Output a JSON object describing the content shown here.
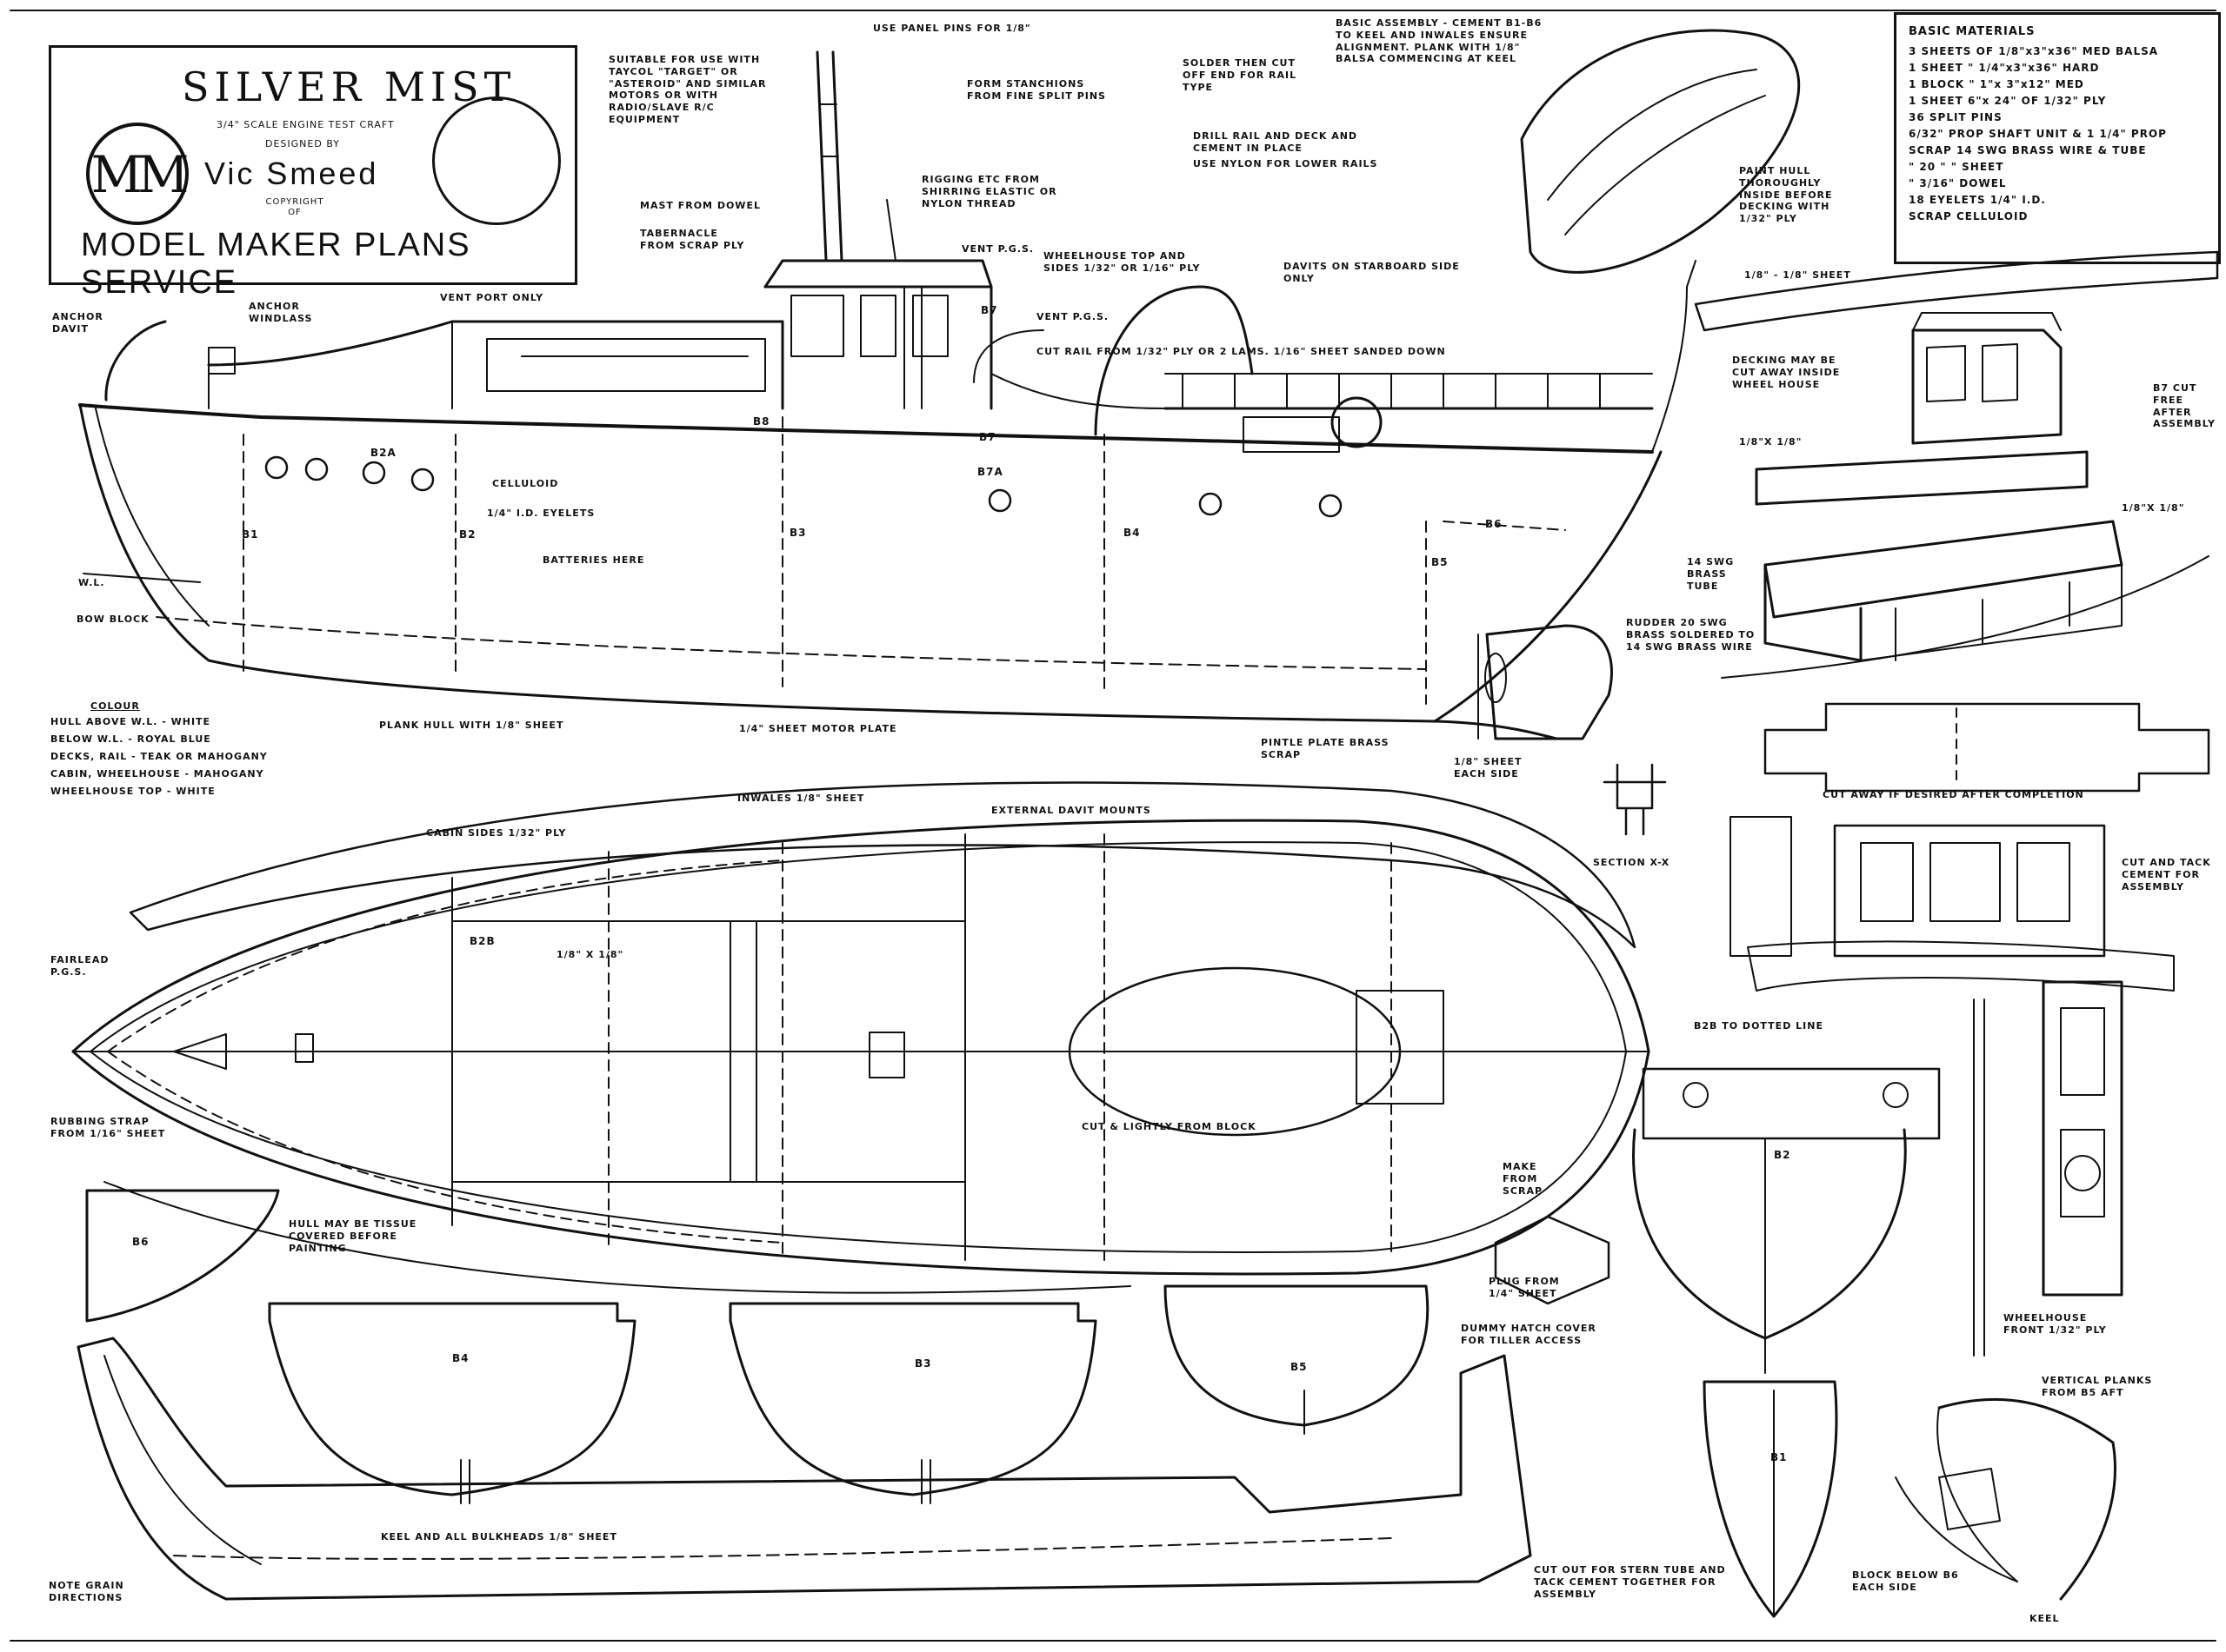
{
  "title_block": {
    "title": "SILVER MIST",
    "subtitle": "3/4\" SCALE ENGINE TEST CRAFT",
    "designed_by": "DESIGNED BY",
    "designer": "Vic Smeed",
    "copyright": "COPYRIGHT OF",
    "publisher": "MODEL MAKER PLANS SERVICE",
    "logo_text": "MM"
  },
  "materials": {
    "title": "BASIC MATERIALS",
    "items": [
      "3 SHEETS OF 1/8\"x3\"x36\" MED BALSA",
      "1 SHEET \" 1/4\"x3\"x36\" HARD",
      "1 BLOCK \" 1\"x 3\"x12\" MED",
      "1 SHEET 6\"x 24\" OF 1/32\" PLY",
      "36 SPLIT PINS",
      "6/32\" PROP SHAFT UNIT & 1 1/4\" PROP",
      "SCRAP 14 SWG BRASS WIRE & TUBE",
      "\" 20 \" \" SHEET",
      "\" 3/16\" DOWEL",
      "18 EYELETS 1/4\" I.D.",
      "SCRAP CELLULOID"
    ]
  },
  "colour": {
    "heading": "COLOUR",
    "lines": [
      "HULL ABOVE W.L. - WHITE",
      "BELOW W.L. - ROYAL BLUE",
      "DECKS, RAIL - TEAK OR MAHOGANY",
      "CABIN, WHEELHOUSE - MAHOGANY",
      "WHEELHOUSE TOP - WHITE"
    ]
  },
  "top_notes": {
    "suitable": "SUITABLE FOR USE WITH TAYCOL \"TARGET\" OR \"ASTEROID\" AND SIMILAR MOTORS OR WITH RADIO/SLAVE R/C EQUIPMENT",
    "panel_pins": "USE PANEL PINS FOR 1/8\"",
    "stanchions": "FORM STANCHIONS FROM FINE SPLIT PINS",
    "solder_then": "SOLDER THEN CUT OFF END FOR RAIL TYPE",
    "basic_assembly": "BASIC ASSEMBLY - CEMENT B1-B6 TO KEEL AND INWALES ENSURE ALIGNMENT. PLANK WITH 1/8\" BALSA COMMENCING AT KEEL",
    "drill_rail": "DRILL RAIL AND DECK AND CEMENT IN PLACE",
    "use_nylon": "USE NYLON FOR LOWER RAILS",
    "mast_dowel": "MAST FROM DOWEL",
    "tabernacle": "TABERNACLE FROM SCRAP PLY",
    "rigging": "RIGGING ETC FROM SHIRRING ELASTIC OR NYLON THREAD",
    "paint_hull": "PAINT HULL THOROUGHLY INSIDE BEFORE DECKING WITH 1/32\" PLY",
    "vent_pgs_1": "VENT P.G.S.",
    "wheelhouse_top": "WHEELHOUSE TOP AND SIDES 1/32\" OR 1/16\" PLY",
    "vent_pgs_2": "VENT P.G.S.",
    "davits": "DAVITS ON STARBOARD SIDE ONLY",
    "cut_rail": "CUT RAIL FROM 1/32\" PLY OR 2 LAMS. 1/16\" SHEET SANDED DOWN",
    "vent_port": "VENT PORT ONLY",
    "anchor_windlass": "ANCHOR WINDLASS",
    "anchor_davit": "ANCHOR DAVIT",
    "b7_label": "B7"
  },
  "side_view": {
    "celluloid": "CELLULOID",
    "eyelets": "1/4\" I.D. EYELETS",
    "batteries": "BATTERIES HERE",
    "wl": "W.L.",
    "bow_block": "BOW BLOCK",
    "plank_hull": "PLANK HULL WITH 1/8\" SHEET",
    "motor_plate": "1/4\" SHEET MOTOR PLATE",
    "pintle_plate": "PINTLE PLATE BRASS SCRAP",
    "rudder": "RUDDER 20 SWG BRASS SOLDERED TO 14 SWG BRASS WIRE",
    "eighth_sheet_each_side": "1/8\" SHEET EACH SIDE",
    "tags": [
      "B1",
      "B2",
      "B2A",
      "B3",
      "B4",
      "B5",
      "B6",
      "B7",
      "B7A",
      "B8"
    ]
  },
  "plan_view": {
    "cabin_sides": "CABIN SIDES 1/32\" PLY",
    "inwales": "INWALES 1/8\" SHEET",
    "external_davit": "EXTERNAL DAVIT MOUNTS",
    "fairlead": "FAIRLEAD P.G.S.",
    "rubbing_strap": "RUBBING STRAP FROM 1/16\" SHEET",
    "hull_tissue": "HULL MAY BE TISSUE COVERED BEFORE PAINTING",
    "cut_lightly": "CUT & LIGHTLY FROM BLOCK",
    "hatch_dim": "1/8\" x 1/8\"",
    "b2b": "B2B"
  },
  "right_side": {
    "eighth_sheet": "1/8\" - 1/8\" SHEET",
    "decking": "DECKING MAY BE CUT AWAY INSIDE WHEEL HOUSE",
    "b7_cut_free": "B7 CUT FREE AFTER ASSEMBLY",
    "dim_1": "1/8\"x 1/8\"",
    "dim_2": "1/8\"x 1/8\"",
    "brass_tube": "14 SWG BRASS TUBE",
    "cut_away": "CUT AWAY IF DESIRED AFTER COMPLETION",
    "section": "SECTION X-X",
    "cut_tack": "CUT AND TACK CEMENT FOR ASSEMBLY",
    "b2b_dotted": "B2B TO DOTTED LINE",
    "make_scrap": "MAKE FROM SCRAP",
    "plug": "PLUG FROM 1/4\" SHEET",
    "dummy_hatch": "DUMMY HATCH COVER FOR TILLER ACCESS",
    "wheelhouse_front": "WHEELHOUSE FRONT 1/32\" PLY",
    "vertical_planks": "VERTICAL PLANKS FROM B5 AFT",
    "block_below": "BLOCK BELOW B6 EACH SIDE",
    "keel_lbl": "KEEL"
  },
  "bottom": {
    "keel_bulkheads": "KEEL AND ALL BULKHEADS 1/8\" SHEET",
    "note_grain": "NOTE GRAIN DIRECTIONS",
    "cut_out_stern": "CUT OUT FOR STERN TUBE AND TACK CEMENT TOGETHER FOR ASSEMBLY",
    "b4": "B4",
    "b3": "B3",
    "b5": "B5",
    "b1": "B1",
    "b6": "B6",
    "b2": "B2"
  },
  "colors": {
    "ink": "#111111",
    "paper": "#ffffff"
  }
}
